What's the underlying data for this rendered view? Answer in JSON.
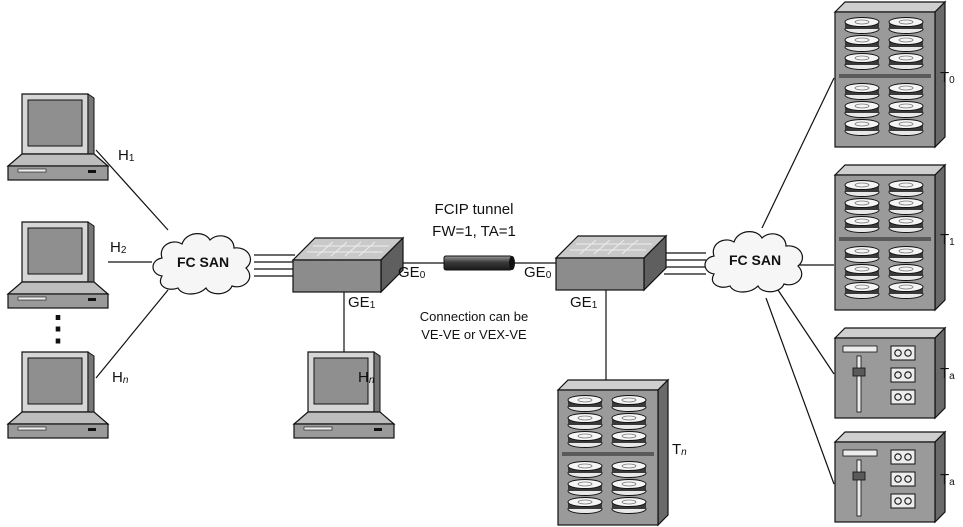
{
  "colors": {
    "line": "#111111",
    "device_fill": "#8c8c8c",
    "device_light": "#d6d6d6",
    "device_dark": "#5a5a5a",
    "screen": "#8f8f8f",
    "cloud_fill": "#f6f6f6"
  },
  "hosts": [
    {
      "letter": "H",
      "sub": "1"
    },
    {
      "letter": "H",
      "sub": "2"
    },
    {
      "letter": "H",
      "sub": "n"
    }
  ],
  "host_ellipsis": "⋮",
  "left_san": {
    "label": "FC SAN"
  },
  "right_san": {
    "label": "FC SAN"
  },
  "left_switch": {
    "ge0": {
      "text": "GE",
      "sub": "0"
    },
    "ge1": {
      "text": "GE",
      "sub": "1"
    },
    "local_host": {
      "letter": "H",
      "sub": "n"
    }
  },
  "right_switch": {
    "ge0": {
      "text": "GE",
      "sub": "0"
    },
    "ge1": {
      "text": "GE",
      "sub": "1"
    },
    "local_target": {
      "letter": "T",
      "sub": "n"
    }
  },
  "tunnel": {
    "title": "FCIP tunnel",
    "params": "FW=1, TA=1",
    "note_line1": "Connection can be",
    "note_line2": "VE-VE or VEX-VE"
  },
  "targets": [
    {
      "letter": "T",
      "sub": "0",
      "kind": "disk-array"
    },
    {
      "letter": "T",
      "sub": "1",
      "kind": "disk-array"
    },
    {
      "letter": "T",
      "sub": "a",
      "kind": "tape-library"
    },
    {
      "letter": "T",
      "sub": "a",
      "kind": "tape-library"
    }
  ]
}
